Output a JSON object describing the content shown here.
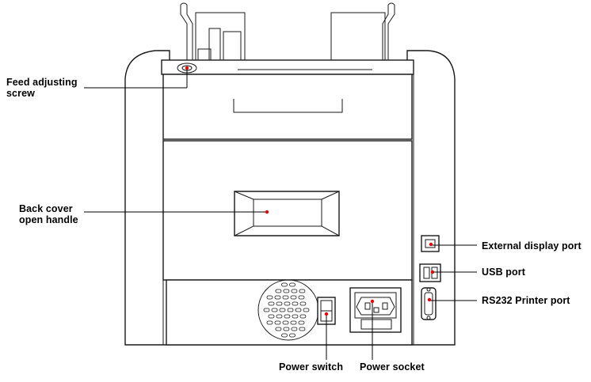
{
  "labels": {
    "feed_screw": [
      "Feed adjusting",
      "screw"
    ],
    "back_cover": [
      "Back cover",
      "open handle"
    ],
    "external_display": "External display port",
    "usb": "USB port",
    "rs232": "RS232 Printer port",
    "power_switch": "Power switch",
    "power_socket": "Power socket"
  },
  "colors": {
    "pointer_dot": "#e60000",
    "line": "#000000",
    "outline": "#1a1a1a"
  }
}
